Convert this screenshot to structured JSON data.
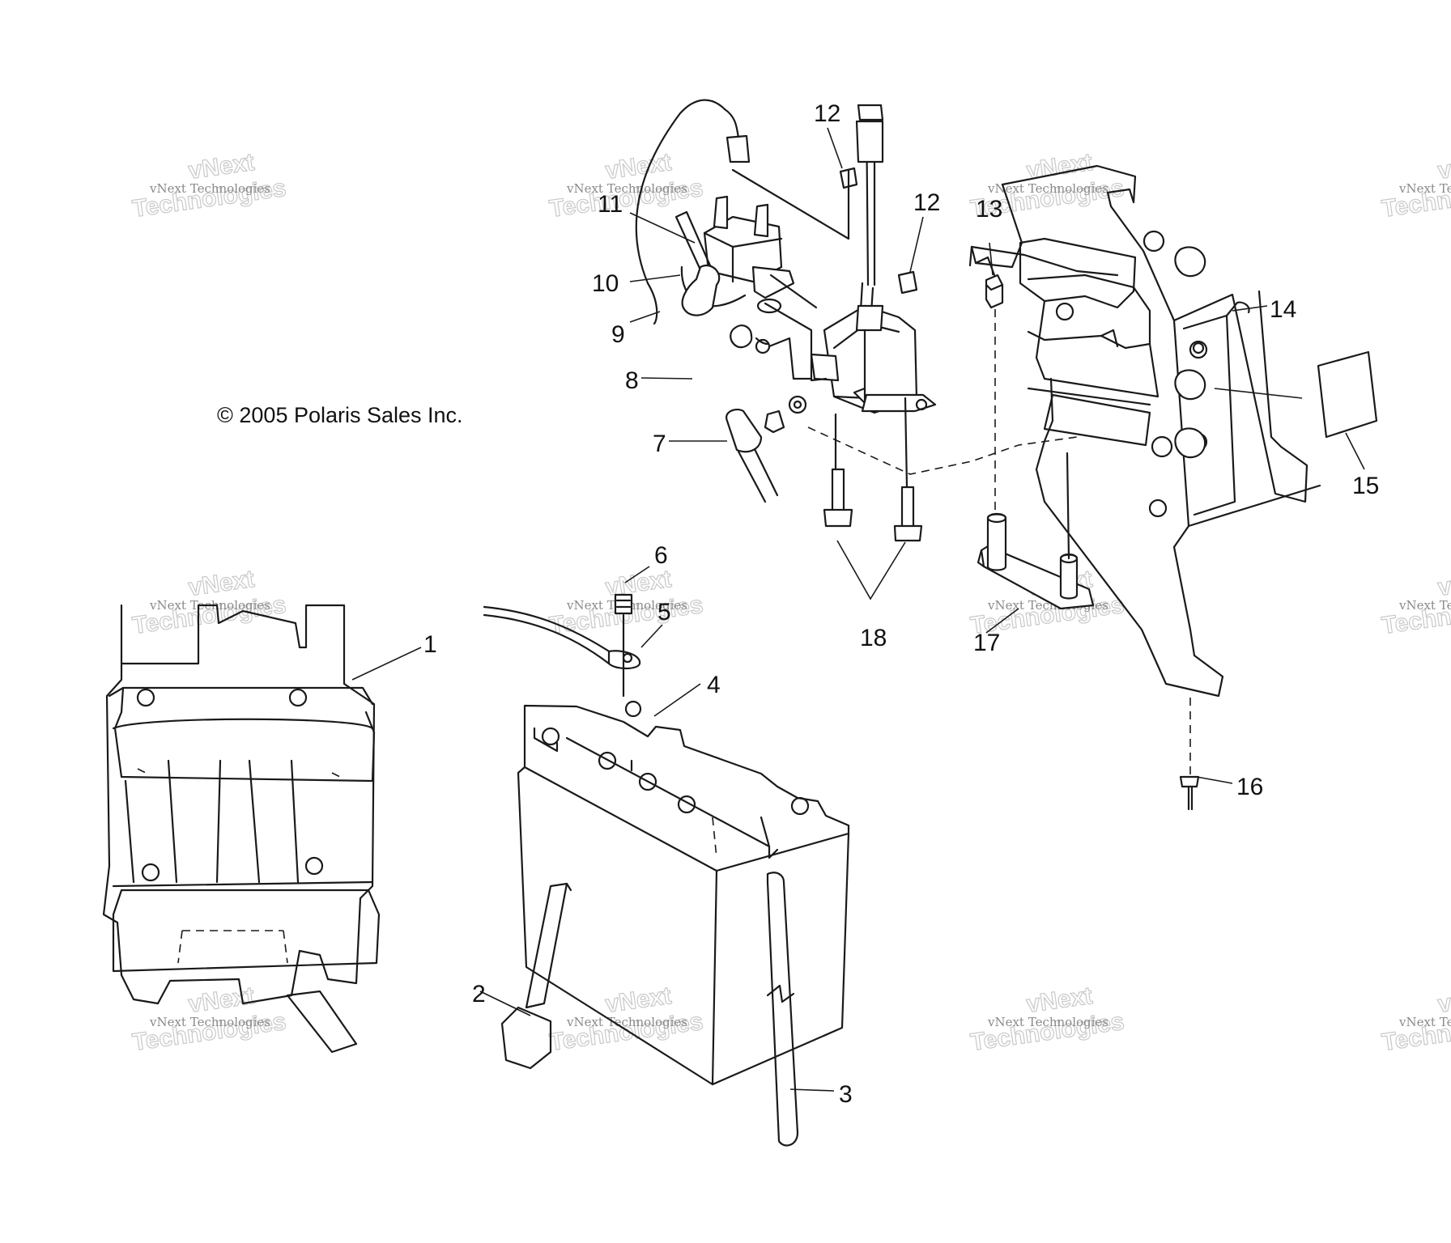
{
  "copyright": "© 2005 Polaris Sales Inc.",
  "watermark": {
    "line1": "vNext Technologies",
    "line2": "vNext",
    "line3": "Technologies"
  },
  "callouts": [
    "1",
    "2",
    "3",
    "4",
    "5",
    "6",
    "7",
    "8",
    "9",
    "10",
    "11",
    "12",
    "12",
    "13",
    "14",
    "15",
    "16",
    "17",
    "18"
  ]
}
